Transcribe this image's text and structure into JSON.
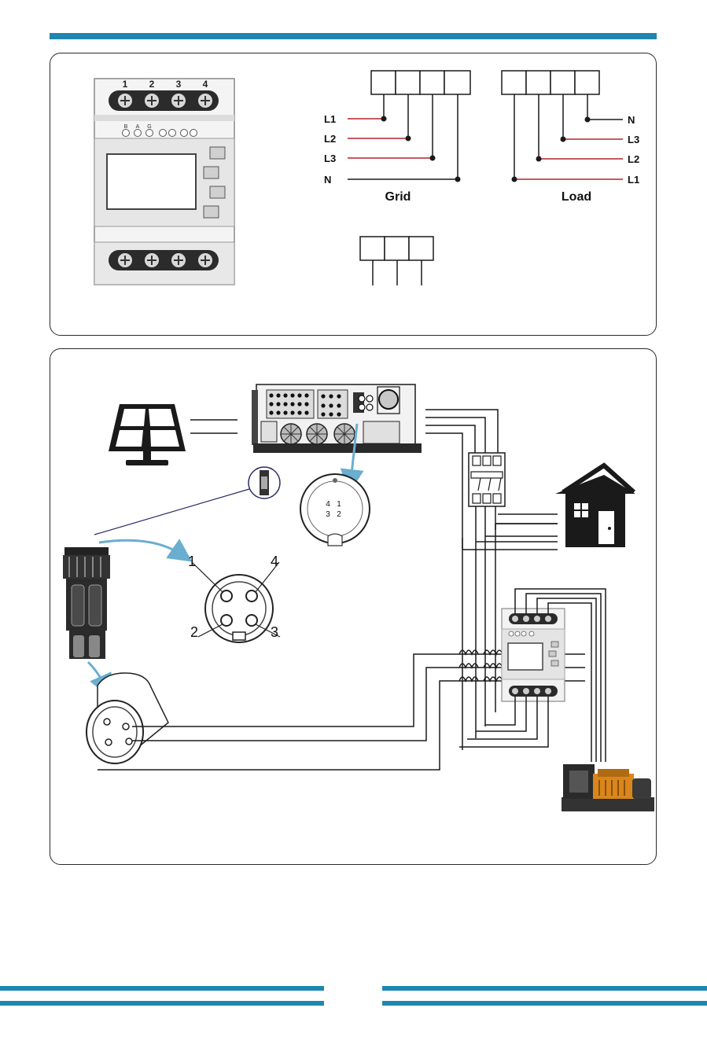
{
  "meter_top_numbers": [
    "1",
    "2",
    "3",
    "4"
  ],
  "meter_led_labels": [
    "B",
    "A",
    "G",
    "",
    ""
  ],
  "grid": {
    "lines": [
      "L1",
      "L2",
      "L3",
      "N"
    ],
    "title": "Grid"
  },
  "load": {
    "lines": [
      "N",
      "L3",
      "L2",
      "L1"
    ],
    "title": "Load"
  },
  "connector_pins": [
    "1",
    "4",
    "2",
    "3"
  ],
  "inverter_port_pins": [
    "4",
    "1",
    "3",
    "2"
  ],
  "colors": {
    "accent_bar": "#1f86b0",
    "phase_wire": "#b3242a",
    "arrow": "#6aaed0",
    "line": "#1a1a1a",
    "generator": "#d9861b"
  }
}
